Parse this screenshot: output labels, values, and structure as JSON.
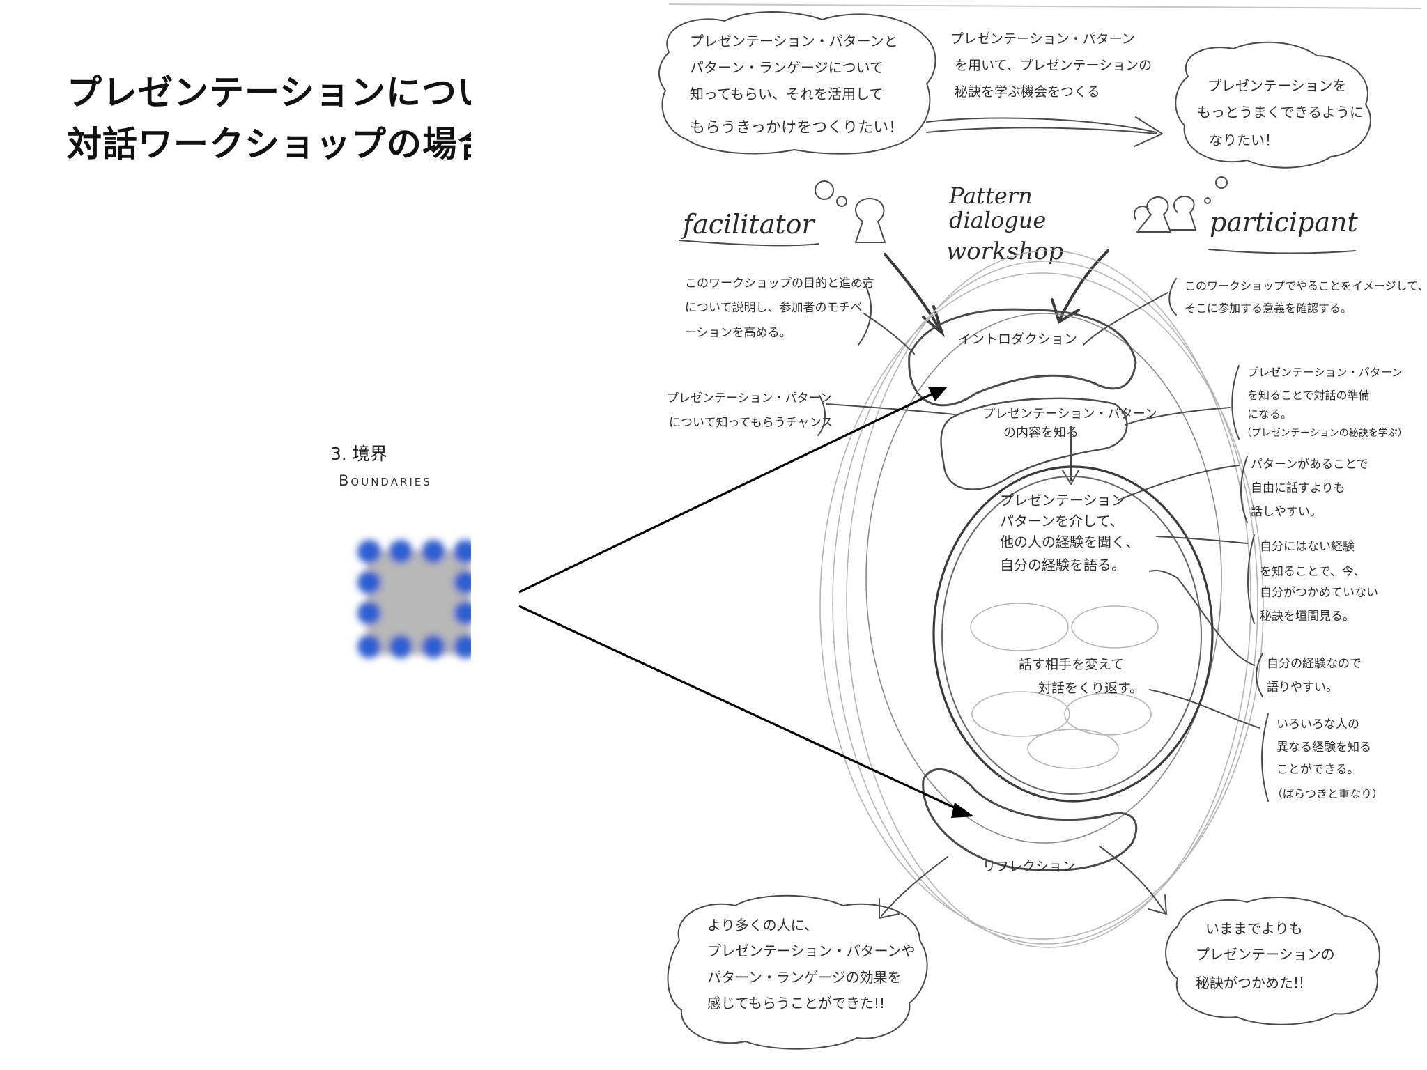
{
  "title": {
    "line1": "プレゼンテーションについての",
    "line2": "対話ワークショップの場合"
  },
  "pattern": {
    "number": "3. 境界",
    "name": "Boundaries"
  },
  "sketch": {
    "facilitator_label": "facilitator",
    "participant_label": "participant",
    "center_title": [
      "Pattern",
      "dialogue",
      "workshop"
    ],
    "facilitator_thought": [
      "プレゼンテーション・パターンと",
      "パターン・ランゲージについて",
      "知ってもらい、それを活用して",
      "もらうきっかけをつくりたい！"
    ],
    "top_arrow_text": [
      "プレゼンテーション・パターン",
      "を用いて、プレゼンテーションの",
      "秘訣を学ぶ機会をつくる"
    ],
    "participant_thought": [
      "プレゼンテーションを",
      "もっとうまくできるように",
      "なりたい！"
    ],
    "facilitator_note": [
      "このワークショップの目的と進め方",
      "について説明し、参加者のモチベ",
      "ーションを高める。"
    ],
    "participant_note": [
      "このワークショップでやることをイメージして、",
      "そこに参加する意義を確認する。"
    ],
    "introduction": "イントロダクション",
    "content_label": [
      "プレゼンテーション・パターン",
      "の内容を知る"
    ],
    "chance_note": [
      "プレゼンテーション・パターン",
      "について知ってもらうチャンス"
    ],
    "prep_note": [
      "プレゼンテーション・パターン",
      "を知ることで対話の準備",
      "になる。",
      "（プレゼンテーションの秘訣を学ぶ）"
    ],
    "easier_note": [
      "パターンがあることで",
      "自由に話すよりも",
      "話しやすい。"
    ],
    "dialogue_text": [
      "プレゼンテーション",
      "パターンを介して、",
      "他の人の経験を聞く、",
      "自分の経験を語る。"
    ],
    "glimpse_note": [
      "自分にはない経験",
      "を知ることで、今、",
      "自分がつかめていない",
      "秘訣を垣間見る。"
    ],
    "own_exp_note": [
      "自分の経験なので",
      "語りやすい。"
    ],
    "repeat_text": [
      "話す相手を変えて",
      "対話をくり返す。"
    ],
    "various_note": [
      "いろいろな人の",
      "異なる経験を知る",
      "ことができる。",
      "（ばらつきと重なり）"
    ],
    "reflection": "リフレクション",
    "bottom_left_thought": [
      "より多くの人に、",
      "プレゼンテーション・パターンや",
      "パターン・ランゲージの効果を",
      "感じてもらうことができた!!"
    ],
    "bottom_right_thought": [
      "いままでよりも",
      "プレゼンテーションの",
      "秘訣がつかめた!!"
    ]
  },
  "colors": {
    "dot_blue": "#2f5fd0",
    "center_gray": "#b8b8b8",
    "pencil": "#4a4a4a"
  }
}
